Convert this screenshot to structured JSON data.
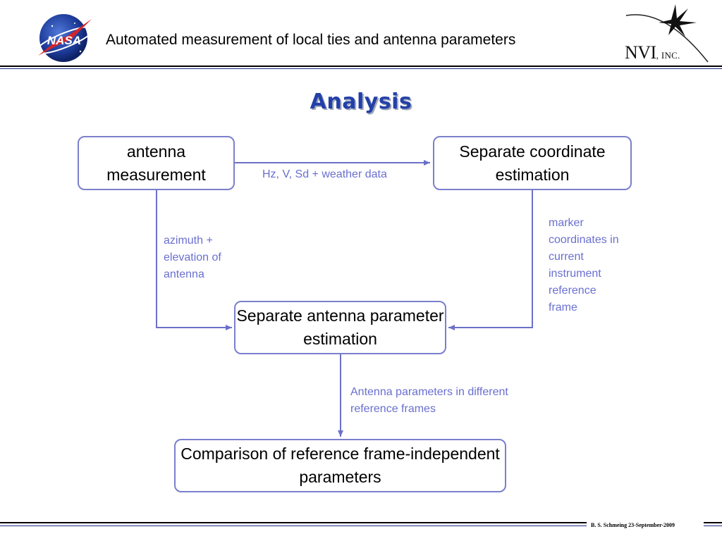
{
  "header": {
    "title": "Automated measurement of local ties and antenna parameters",
    "nasa_logo_text": "NASA",
    "nvi_logo": {
      "main": "NVI",
      "suffix": ", INC."
    }
  },
  "slide": {
    "title": "Analysis"
  },
  "flow": {
    "nodes": {
      "antenna_measurement": "antenna measurement",
      "coordinate_estimation": "Separate coordinate estimation",
      "antenna_parameter_estimation": "Separate antenna parameter estimation",
      "comparison": "Comparison of reference frame-independent parameters"
    },
    "edges": {
      "measurement_to_coordinate": "Hz, V, Sd + weather data",
      "measurement_to_parameter": "azimuth + elevation of antenna",
      "coordinate_to_parameter": "marker coordinates in current instrument reference frame",
      "parameter_to_comparison": "Antenna parameters in different reference frames"
    }
  },
  "footer": {
    "credit": "B. S. Schmeing 23-September-2009"
  },
  "colors": {
    "box_border": "#7b7fcc",
    "label_text": "#6a6fd0",
    "title": "#2340a8",
    "rule": "#1f2a8a"
  }
}
